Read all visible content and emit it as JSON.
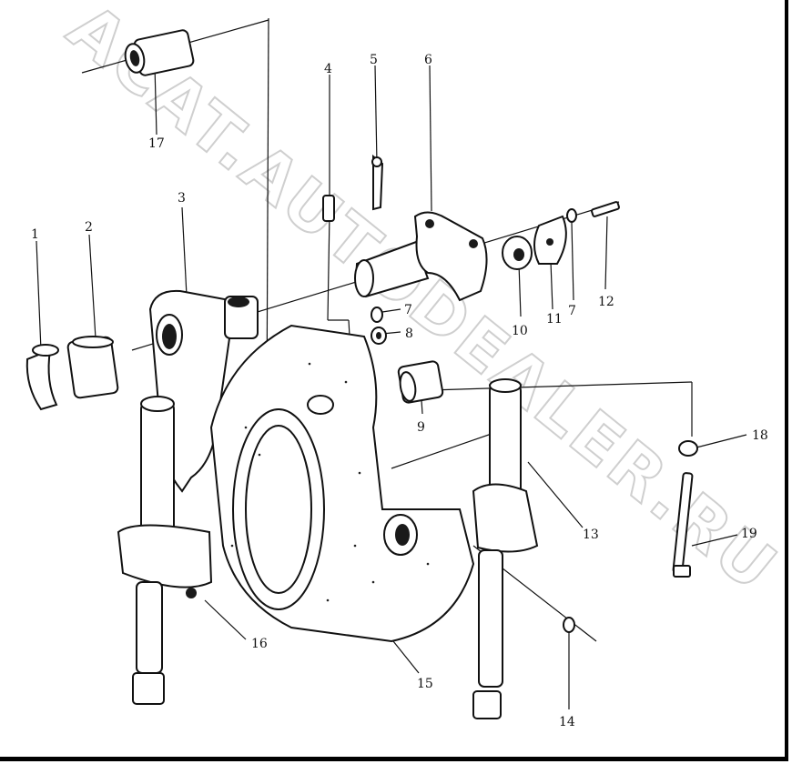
{
  "diagram": {
    "callouts": [
      {
        "id": "c1",
        "text": "1"
      },
      {
        "id": "c2",
        "text": "2"
      },
      {
        "id": "c3",
        "text": "3"
      },
      {
        "id": "c4",
        "text": "4"
      },
      {
        "id": "c5",
        "text": "5"
      },
      {
        "id": "c6",
        "text": "6"
      },
      {
        "id": "c7a",
        "text": "7"
      },
      {
        "id": "c7b",
        "text": "7"
      },
      {
        "id": "c8",
        "text": "8"
      },
      {
        "id": "c9",
        "text": "9"
      },
      {
        "id": "c10",
        "text": "10"
      },
      {
        "id": "c11",
        "text": "11"
      },
      {
        "id": "c12",
        "text": "12"
      },
      {
        "id": "c13",
        "text": "13"
      },
      {
        "id": "c14",
        "text": "14"
      },
      {
        "id": "c15",
        "text": "15"
      },
      {
        "id": "c16",
        "text": "16"
      },
      {
        "id": "c17",
        "text": "17"
      },
      {
        "id": "c18",
        "text": "18"
      },
      {
        "id": "c19",
        "text": "19"
      }
    ],
    "watermark": "ACAT.AUTODEALER.RU"
  }
}
